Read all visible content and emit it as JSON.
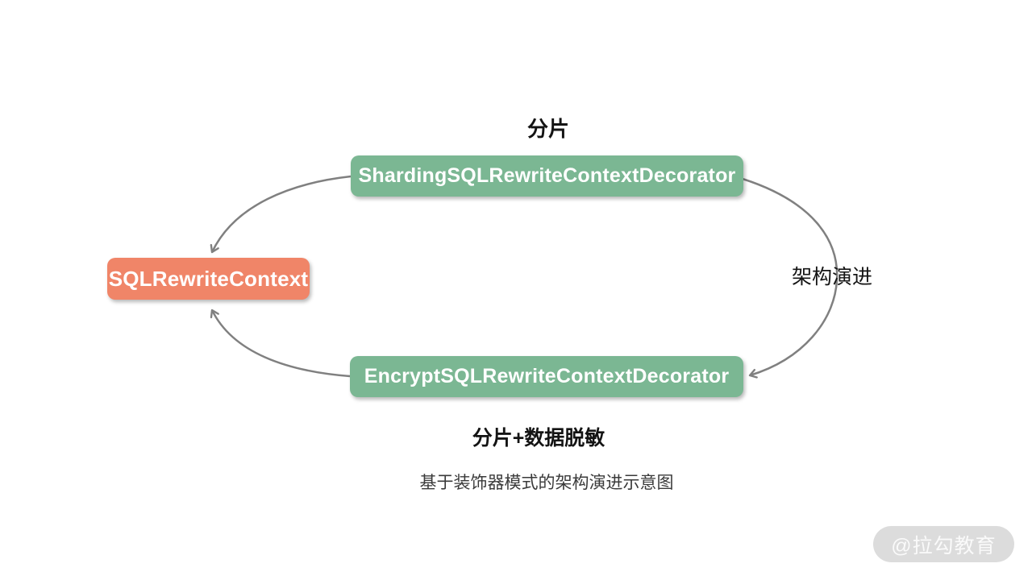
{
  "diagram": {
    "labels": {
      "top": "分片",
      "right": "架构演进",
      "bottom": "分片+数据脱敏"
    },
    "nodes": [
      {
        "id": "sharding-decorator",
        "label": "ShardingSQLRewriteContextDecorator",
        "color": "#7bb793"
      },
      {
        "id": "sql-rewrite-context",
        "label": "SQLRewriteContext",
        "color": "#f08568"
      },
      {
        "id": "encrypt-decorator",
        "label": "EncryptSQLRewriteContextDecorator",
        "color": "#7bb793"
      }
    ],
    "edges": [
      {
        "from": "sharding-decorator",
        "to": "sql-rewrite-context",
        "label": ""
      },
      {
        "from": "encrypt-decorator",
        "to": "sql-rewrite-context",
        "label": ""
      },
      {
        "from": "sharding-decorator",
        "to": "encrypt-decorator",
        "label": "架构演进"
      }
    ],
    "caption": "基于装饰器模式的架构演进示意图",
    "colors": {
      "node_green": "#7bb793",
      "node_orange": "#f08568",
      "arrow_gray": "#808080",
      "label_text": "#141414",
      "caption_text": "#3a3a3a"
    }
  },
  "watermark": {
    "text": "@拉勾教育",
    "background": "#dcdcdc",
    "text_color": "#fafafa"
  }
}
